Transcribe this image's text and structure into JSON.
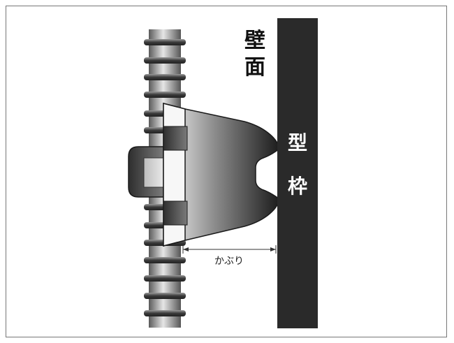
{
  "labels": {
    "wall_char_1": "壁",
    "wall_char_2": "面",
    "form_char_1": "型",
    "form_char_2": "枠",
    "cover": "かぶり"
  },
  "colors": {
    "formwork": "#2a2a2a",
    "rebar_light": "#d9d9d9",
    "rebar_dark": "#4a4a4a",
    "frame_border": "#777777"
  }
}
